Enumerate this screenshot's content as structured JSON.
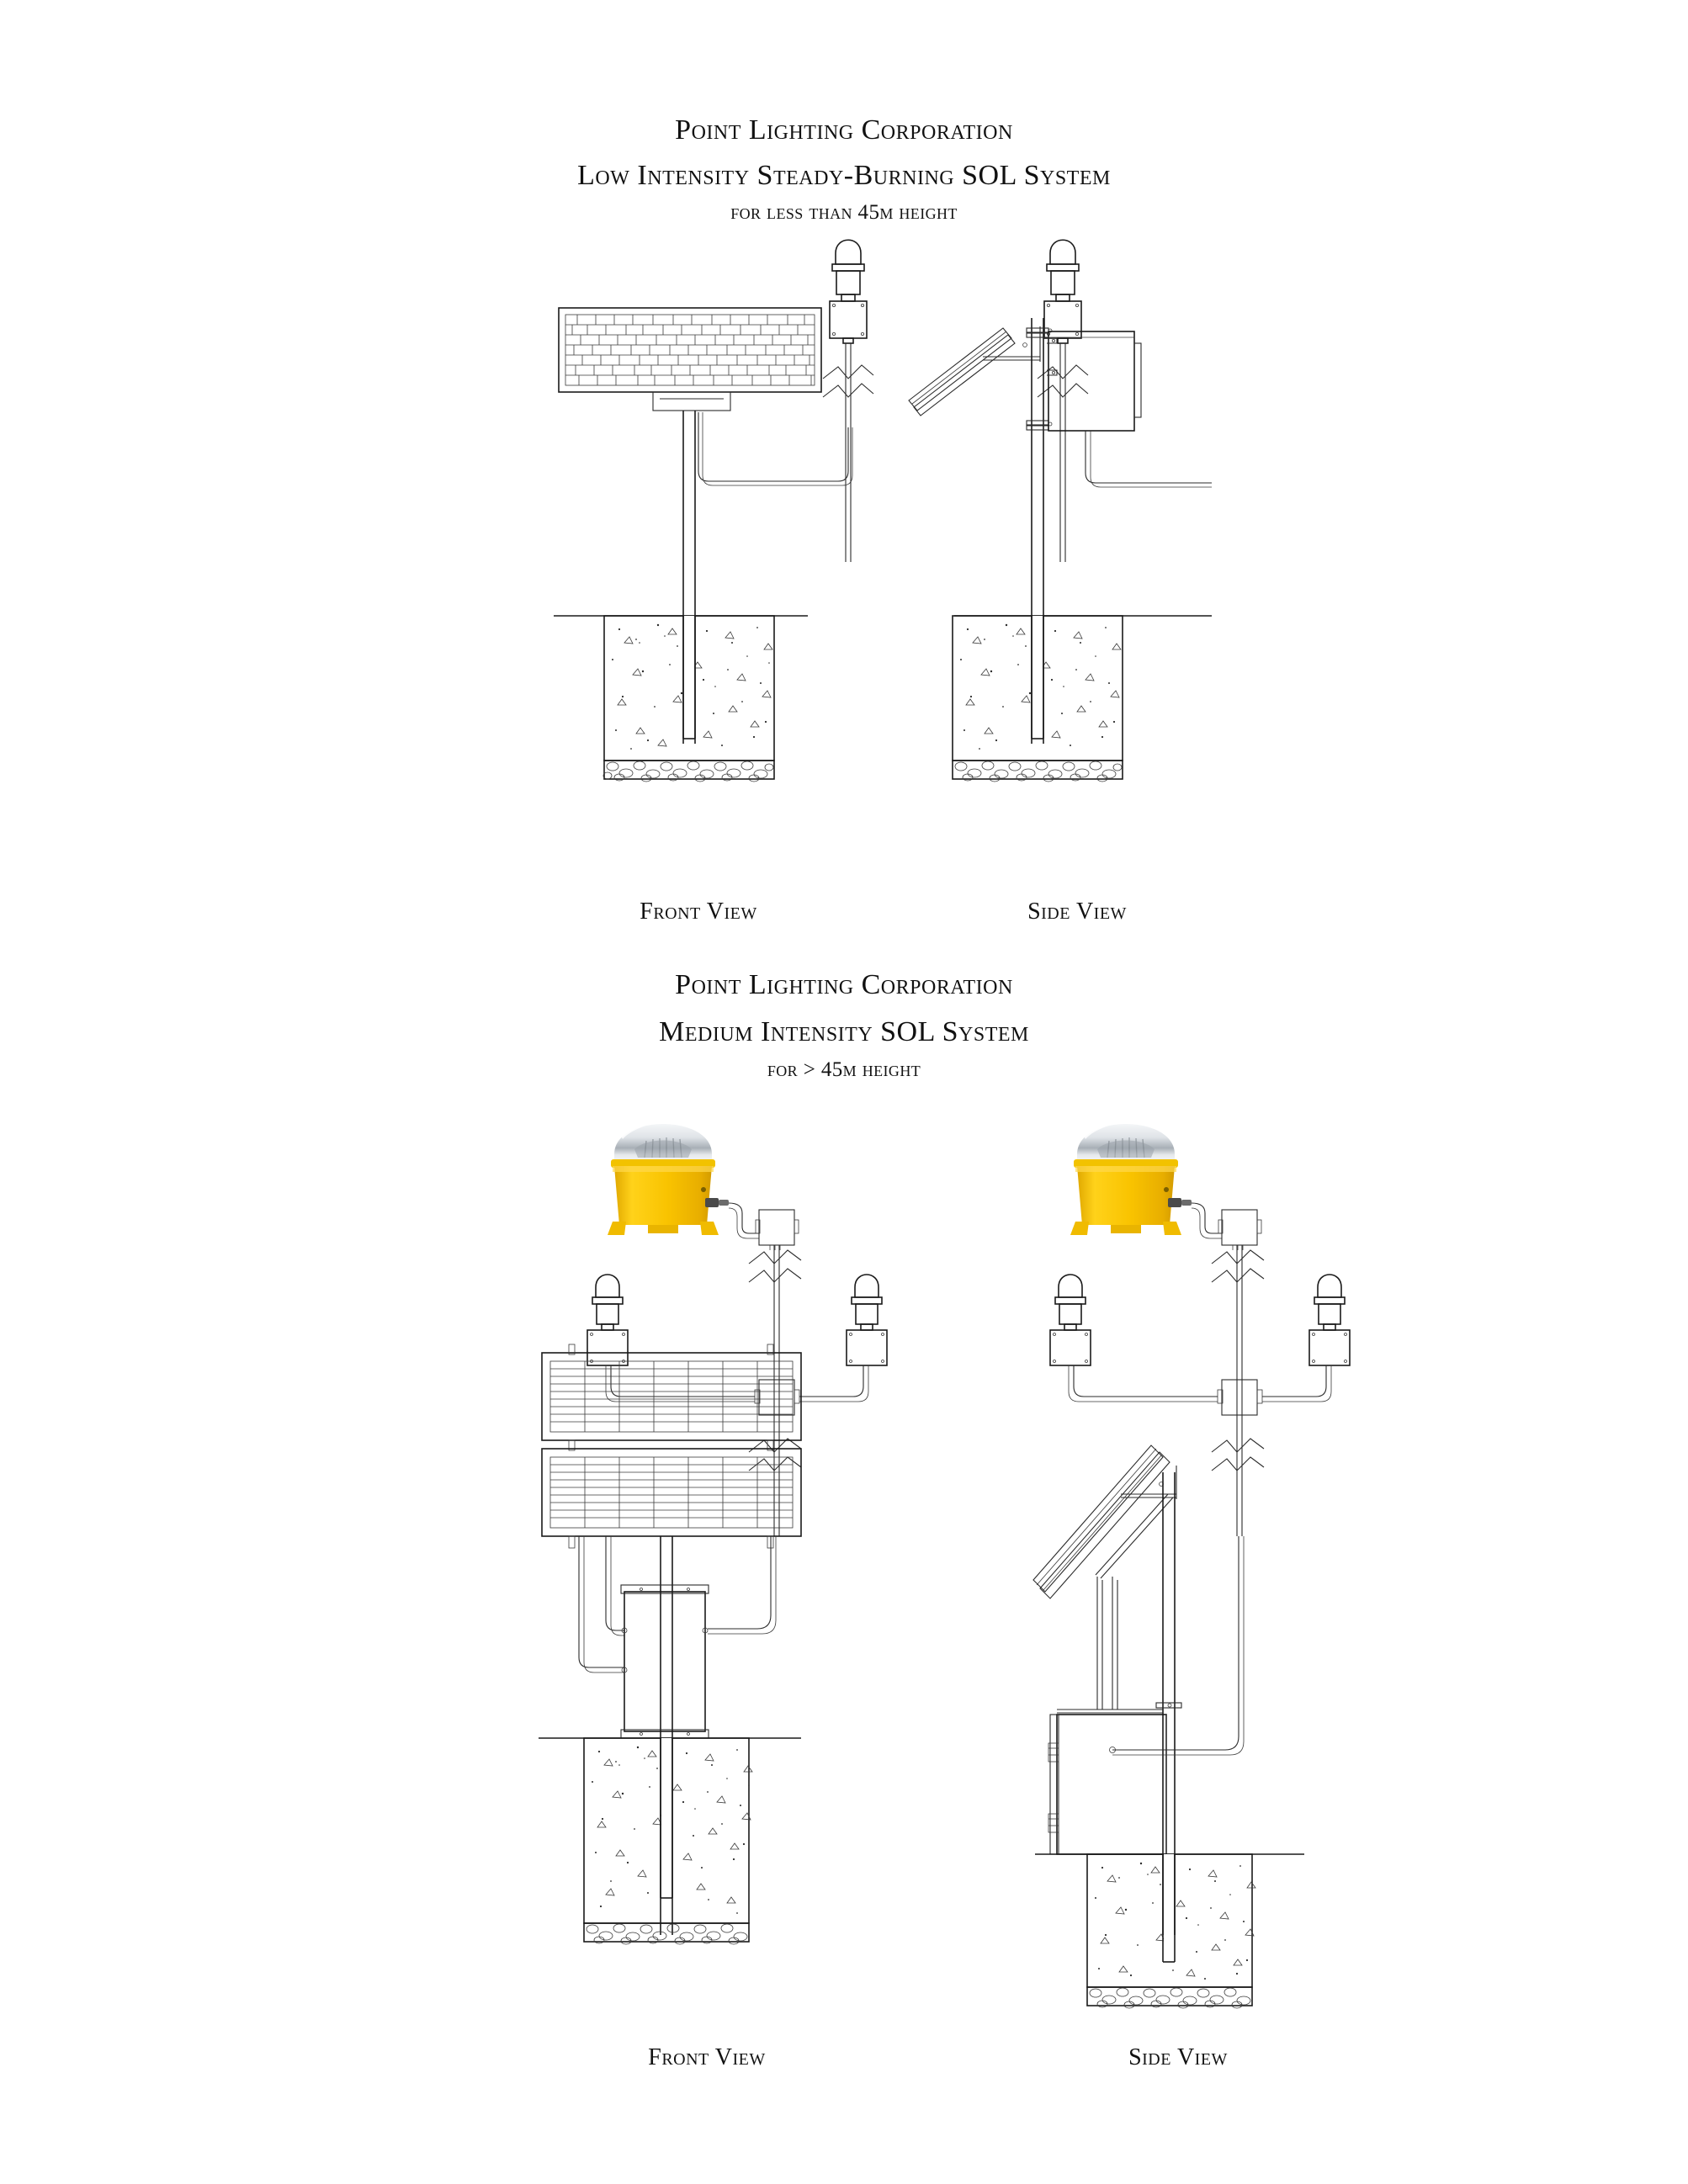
{
  "document": {
    "background_color": "#ffffff",
    "line_color": "#1a1a1a",
    "beacon_yellow": "#f5c400",
    "beacon_dome": "#e9ecef"
  },
  "diagrams": [
    {
      "id": "low-intensity",
      "company": "Point Lighting Corporation",
      "system": "Low Intensity Steady-Burning SOL System",
      "subtitle": "for less than 45m height",
      "views": [
        {
          "id": "front",
          "label": "Front View"
        },
        {
          "id": "side",
          "label": "Side View"
        }
      ],
      "components": {
        "beacon": "led-obstruction-light",
        "solar_panel": "solar-panel-single",
        "enclosure": "battery-control-enclosure",
        "pole": "mounting-pole",
        "foundation": "concrete-foundation",
        "gravel": "gravel-base",
        "grade": "grade-line",
        "break_symbol": "conduit-break-symbol"
      }
    },
    {
      "id": "medium-intensity",
      "company": "Point Lighting Corporation",
      "system": "Medium Intensity SOL System",
      "subtitle": "for > 45m height",
      "views": [
        {
          "id": "front",
          "label": "Front View"
        },
        {
          "id": "side",
          "label": "Side View"
        }
      ],
      "components": {
        "beacon": "medium-intensity-beacon-yellow",
        "side_lights": "led-obstruction-light",
        "solar_panel": "solar-panel-dual-array",
        "enclosure": "battery-control-enclosure",
        "junction_box": "junction-box",
        "pole": "mounting-pole",
        "foundation": "concrete-foundation",
        "gravel": "gravel-base",
        "grade": "grade-line",
        "break_symbol": "conduit-break-symbol"
      }
    }
  ]
}
